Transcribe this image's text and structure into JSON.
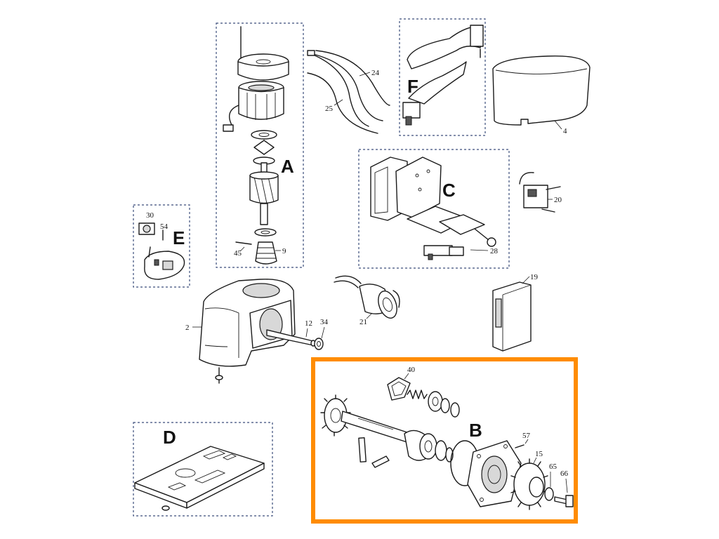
{
  "groups": {
    "A": "A",
    "B": "B",
    "C": "C",
    "D": "D",
    "E": "E",
    "F": "F"
  },
  "parts": {
    "p2": "2",
    "p4": "4",
    "p9": "9",
    "p12": "12",
    "p15": "15",
    "p19": "19",
    "p20": "20",
    "p21": "21",
    "p24": "24",
    "p25": "25",
    "p28": "28",
    "p30": "30",
    "p34": "34",
    "p40": "40",
    "p45": "45",
    "p54": "54",
    "p57": "57",
    "p65": "65",
    "p66": "66"
  },
  "highlight": {
    "group": "B",
    "color": "#ff8c00"
  },
  "icons": [
    "motor-stator",
    "rotor-shaft",
    "gearbox-housing",
    "cover",
    "control-board",
    "capacitor",
    "gear",
    "release-lever",
    "base-plate",
    "lock-cylinder",
    "wiring-harness"
  ]
}
